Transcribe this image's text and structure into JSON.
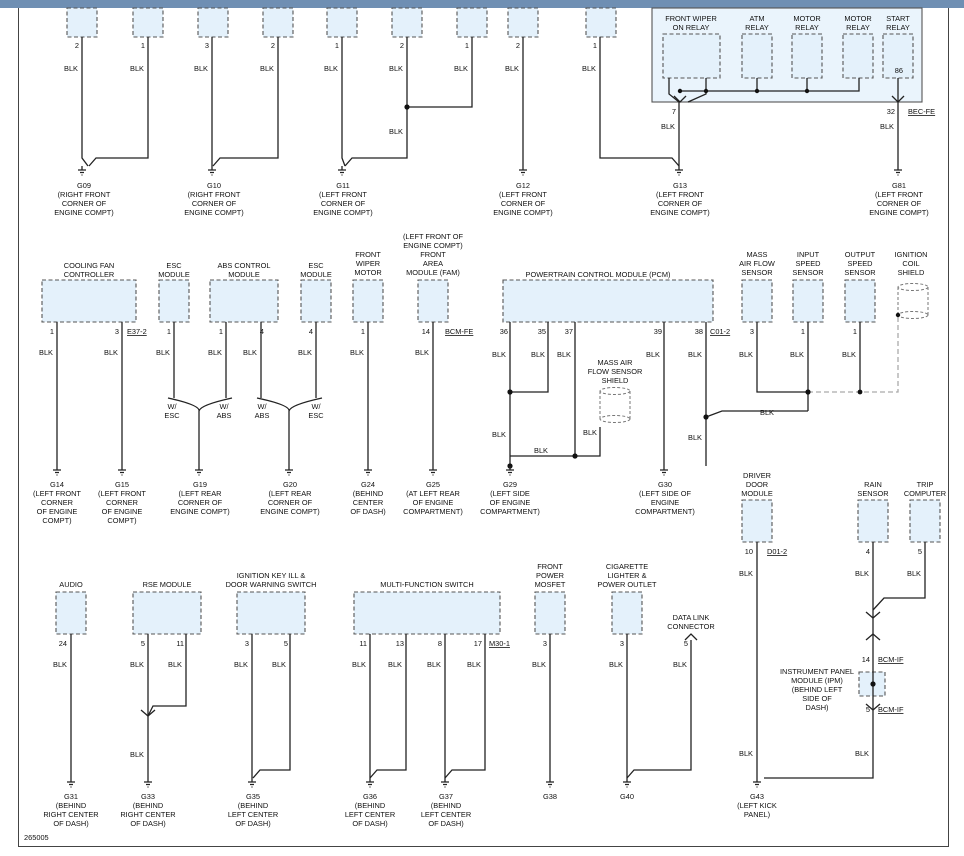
{
  "diagram_id": "265005",
  "wire": "BLK",
  "labels": {
    "l_fwr": "FRONT WIPER",
    "l_fwr2": "ON RELAY",
    "l_atm": "ATM",
    "l_atm2": "RELAY",
    "l_mr1": "MOTOR",
    "l_mr1b": "RELAY",
    "l_mr2": "MOTOR",
    "l_mr2b": "RELAY",
    "l_str": "START",
    "l_str2": "RELAY",
    "l_cfc1": "COOLING FAN",
    "l_cfc2": "CONTROLLER",
    "l_esc1": "ESC",
    "l_esc2": "MODULE",
    "l_abs1": "ABS CONTROL",
    "l_abs2": "MODULE",
    "l_esc3": "ESC",
    "l_esc4": "MODULE",
    "l_fwm1": "FRONT",
    "l_fwm2": "WIPER",
    "l_fwm3": "MOTOR",
    "l_fam1": "(LEFT FRONT OF",
    "l_fam2": "ENGINE COMPT)",
    "l_fam3": "FRONT",
    "l_fam4": "AREA",
    "l_fam5": "MODULE (FAM)",
    "l_pcm": "POWERTRAIN CONTROL MODULE (PCM)",
    "l_maf1": "MASS",
    "l_maf2": "AIR FLOW",
    "l_maf3": "SENSOR",
    "l_iss1": "INPUT",
    "l_iss2": "SPEED",
    "l_iss3": "SENSOR",
    "l_oss1": "OUTPUT",
    "l_oss2": "SPEED",
    "l_oss3": "SENSOR",
    "l_ign1": "IGNITION",
    "l_ign2": "COIL",
    "l_ign3": "SHIELD",
    "l_mafs1": "MASS AIR",
    "l_mafs2": "FLOW SENSOR",
    "l_mafs3": "SHIELD",
    "l_ddm1": "DRIVER",
    "l_ddm2": "DOOR",
    "l_ddm3": "MODULE",
    "l_rain1": "RAIN",
    "l_rain2": "SENSOR",
    "l_trip1": "TRIP",
    "l_trip2": "COMPUTER",
    "l_aud": "AUDIO",
    "l_rse": "RSE MODULE",
    "l_ik1": "IGNITION KEY ILL &",
    "l_ik2": "DOOR WARNING SWITCH",
    "l_mfs": "MULTI-FUNCTION SWITCH",
    "l_fpm1": "FRONT",
    "l_fpm2": "POWER",
    "l_fpm3": "MOSFET",
    "l_cig1": "CIGARETTE",
    "l_cig2": "LIGHTER &",
    "l_cig3": "POWER OUTLET",
    "l_dlc1": "DATA LINK",
    "l_dlc2": "CONNECTOR",
    "l_ipm1": "INSTRUMENT PANEL",
    "l_ipm2": "MODULE (IPM)",
    "l_ipm3": "(BEHIND LEFT",
    "l_ipm4": "SIDE OF",
    "l_ipm5": "DASH)",
    "v_wesc1": "W/",
    "v_wesc2": "ESC",
    "v_wabs1": "W/",
    "v_wabs2": "ABS",
    "v_wabs3": "W/",
    "v_wabs4": "ABS",
    "v_wesc3": "W/",
    "v_wesc4": "ESC"
  },
  "pins": {
    "p1": "2",
    "p2": "1",
    "p3": "3",
    "p4": "2",
    "p5": "1",
    "p6": "2",
    "p7": "1",
    "p8": "2",
    "p9": "1",
    "p10": "7",
    "p11": "86",
    "p12": "32",
    "p13": "1",
    "p14": "3",
    "p15": "1",
    "p16": "1",
    "p17": "4",
    "p18": "4",
    "p19": "1",
    "p20": "14",
    "p21": "36",
    "p22": "35",
    "p23": "37",
    "p24": "39",
    "p25": "38",
    "p26": "3",
    "p27": "1",
    "p28": "1",
    "p29": "10",
    "p30": "4",
    "p31": "5",
    "p32": "24",
    "p33": "5",
    "p34": "11",
    "p35": "3",
    "p36": "5",
    "p37": "11",
    "p38": "13",
    "p39": "8",
    "p40": "17",
    "p41": "3",
    "p42": "3",
    "p43": "5",
    "p44": "14",
    "p45": "5"
  },
  "connectors": {
    "c_bec": "BEC-FE",
    "c_e37": "E37-2",
    "c_bcmfe": "BCM-FE",
    "c_c01": "C01-2",
    "c_d01": "D01-2",
    "c_bcmif1": "BCM-IF",
    "c_bcmif2": "BCM-IF",
    "c_m30": "M30-1"
  },
  "grounds": {
    "g09": [
      "G09",
      "(RIGHT FRONT",
      "CORNER OF",
      "ENGINE COMPT)"
    ],
    "g10": [
      "G10",
      "(RIGHT FRONT",
      "CORNER OF",
      "ENGINE COMPT)"
    ],
    "g11": [
      "G11",
      "(LEFT FRONT",
      "CORNER OF",
      "ENGINE COMPT)"
    ],
    "g12": [
      "G12",
      "(LEFT FRONT",
      "CORNER OF",
      "ENGINE COMPT)"
    ],
    "g13": [
      "G13",
      "(LEFT FRONT",
      "CORNER OF",
      "ENGINE COMPT)"
    ],
    "g81": [
      "G81",
      "(LEFT FRONT",
      "CORNER OF",
      "ENGINE COMPT)"
    ],
    "g14": [
      "G14",
      "(LEFT FRONT",
      "CORNER",
      "OF ENGINE",
      "COMPT)"
    ],
    "g15": [
      "G15",
      "(LEFT FRONT",
      "CORNER",
      "OF ENGINE",
      "COMPT)"
    ],
    "g19": [
      "G19",
      "(LEFT REAR",
      "CORNER OF",
      "ENGINE COMPT)"
    ],
    "g20": [
      "G20",
      "(LEFT REAR",
      "CORNER OF",
      "ENGINE COMPT)"
    ],
    "g24": [
      "G24",
      "(BEHIND",
      "CENTER",
      "OF DASH)"
    ],
    "g25": [
      "G25",
      "(AT LEFT REAR",
      "OF ENGINE",
      "COMPARTMENT)"
    ],
    "g29": [
      "G29",
      "(LEFT SIDE",
      "OF ENGINE",
      "COMPARTMENT)"
    ],
    "g30": [
      "G30",
      "(LEFT SIDE OF",
      "ENGINE",
      "COMPARTMENT)"
    ],
    "g31": [
      "G31",
      "(BEHIND",
      "RIGHT CENTER",
      "OF DASH)"
    ],
    "g33": [
      "G33",
      "(BEHIND",
      "RIGHT CENTER",
      "OF DASH)"
    ],
    "g35": [
      "G35",
      "(BEHIND",
      "LEFT CENTER",
      "OF DASH)"
    ],
    "g36": [
      "G36",
      "(BEHIND",
      "LEFT CENTER",
      "OF DASH)"
    ],
    "g37": [
      "G37",
      "(BEHIND",
      "LEFT CENTER",
      "OF DASH)"
    ],
    "g38": [
      "G38"
    ],
    "g40": [
      "G40"
    ],
    "g43": [
      "G43",
      "(LEFT KICK",
      "PANEL)"
    ]
  }
}
